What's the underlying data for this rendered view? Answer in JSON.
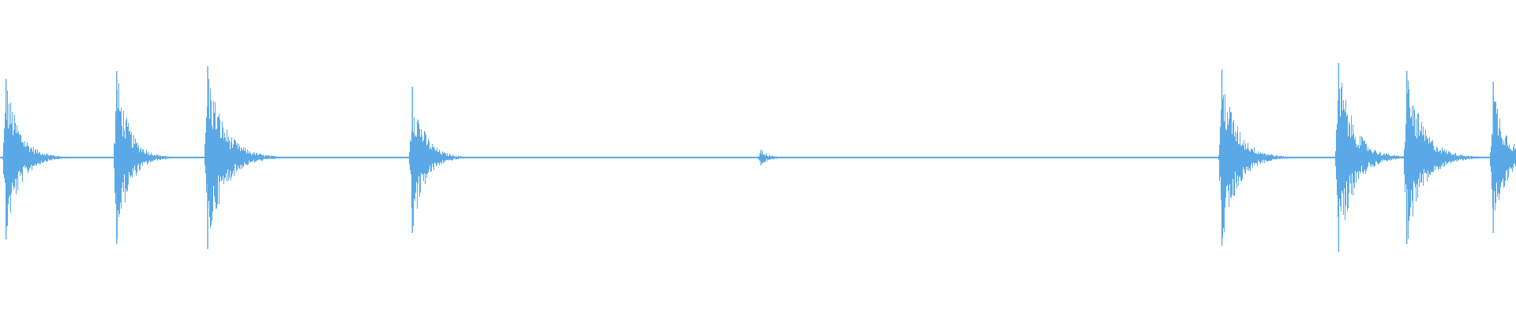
{
  "waveform": {
    "color": "#5aa9e6",
    "background": "#ffffff",
    "duration_normalized": 1.0,
    "baseline_amplitude": 0.004,
    "events": [
      {
        "t": 0.004,
        "peak_up": 0.5,
        "peak_down": 0.52,
        "decay": 0.02,
        "kind": "hit"
      },
      {
        "t": 0.077,
        "peak_up": 0.55,
        "peak_down": 0.55,
        "decay": 0.018,
        "kind": "hit"
      },
      {
        "t": 0.137,
        "peak_up": 0.58,
        "peak_down": 0.58,
        "decay": 0.024,
        "kind": "hit"
      },
      {
        "t": 0.272,
        "peak_up": 0.45,
        "peak_down": 0.48,
        "decay": 0.018,
        "kind": "hit"
      },
      {
        "t": 0.502,
        "peak_up": 0.05,
        "peak_down": 0.05,
        "decay": 0.012,
        "kind": "soft"
      },
      {
        "t": 0.806,
        "peak_up": 0.56,
        "peak_down": 0.56,
        "decay": 0.022,
        "kind": "hit"
      },
      {
        "t": 0.883,
        "peak_up": 0.6,
        "peak_down": 0.6,
        "decay": 0.022,
        "kind": "hit"
      },
      {
        "t": 0.928,
        "peak_up": 0.55,
        "peak_down": 0.55,
        "decay": 0.024,
        "kind": "hit"
      },
      {
        "t": 0.985,
        "peak_up": 0.48,
        "peak_down": 0.48,
        "decay": 0.018,
        "kind": "hit"
      }
    ]
  }
}
